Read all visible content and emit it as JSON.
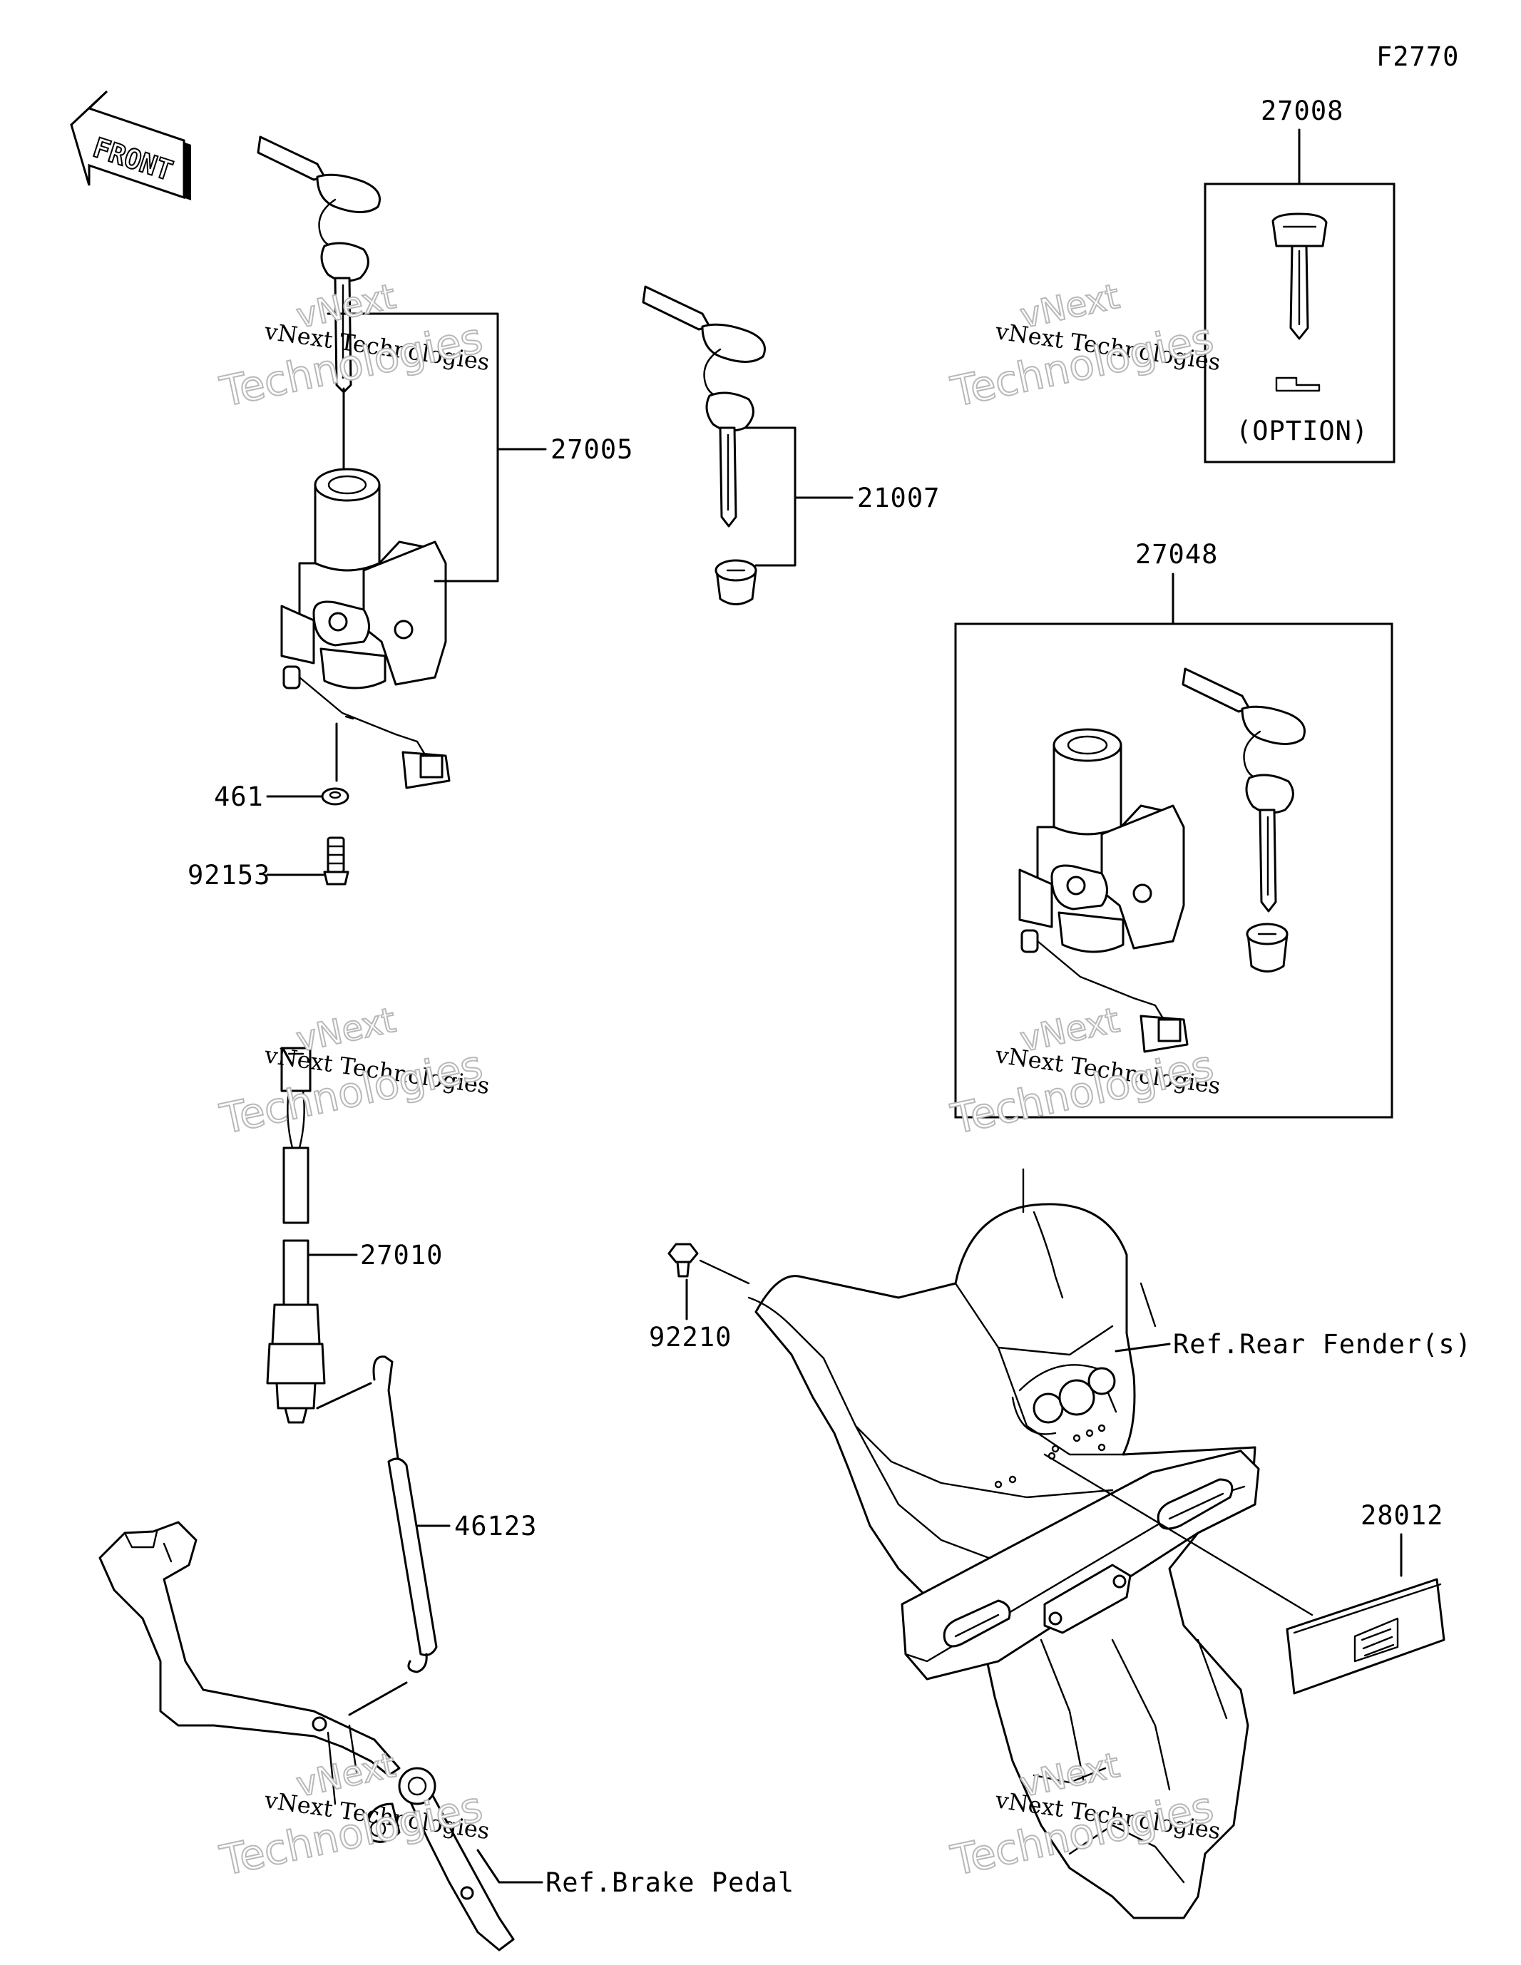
{
  "figure_code": "F2770",
  "front_label": "FRONT",
  "option_label": "(OPTION)",
  "watermark": {
    "line1": "vNext Technologies",
    "line2": "Technologies",
    "line3": "vNext"
  },
  "callouts": {
    "p27005": "27005",
    "p21007": "21007",
    "p27008": "27008",
    "p27048": "27048",
    "p461": "461",
    "p92153": "92153",
    "p27010": "27010",
    "p92210": "92210",
    "p46123": "46123",
    "p28012": "28012",
    "ref_rear_fender": "Ref.Rear Fender(s)",
    "ref_brake_pedal": "Ref.Brake Pedal"
  }
}
